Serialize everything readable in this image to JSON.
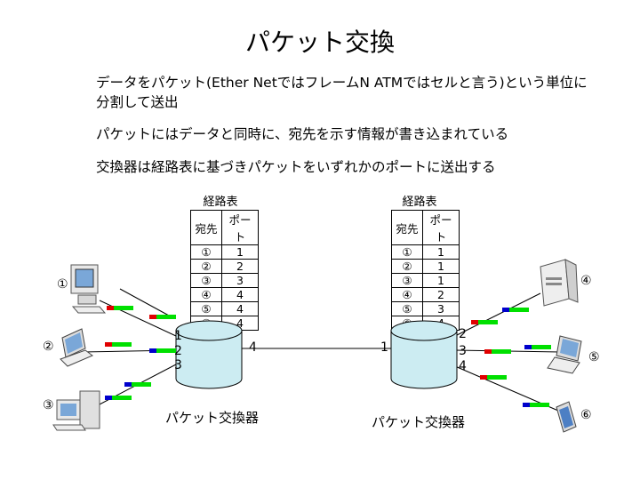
{
  "title": "パケット交換",
  "paragraphs": [
    "データをパケット(Ether NetではフレームN ATMではセルと言う)という単位に",
    "分割して送出",
    "パケットにはデータと同時に、宛先を示す情報が書き込まれている",
    "交換器は経路表に基づきパケットをいずれかのポートに送出する"
  ],
  "routing_tables": [
    {
      "title": "経路表",
      "headers": [
        "宛先",
        "ポート"
      ],
      "rows": [
        [
          "①",
          "1"
        ],
        [
          "②",
          "2"
        ],
        [
          "③",
          "3"
        ],
        [
          "④",
          "4"
        ],
        [
          "⑤",
          "4"
        ],
        [
          "⑥",
          "4"
        ]
      ]
    },
    {
      "title": "経路表",
      "headers": [
        "宛先",
        "ポート"
      ],
      "rows": [
        [
          "①",
          "1"
        ],
        [
          "②",
          "1"
        ],
        [
          "③",
          "1"
        ],
        [
          "④",
          "2"
        ],
        [
          "⑤",
          "3"
        ],
        [
          "⑥",
          "4"
        ]
      ]
    }
  ],
  "switches": [
    {
      "label": "パケット交換器",
      "ports": [
        "1",
        "2",
        "3",
        "4"
      ]
    },
    {
      "label": "パケット交換器",
      "ports": [
        "1",
        "2",
        "3",
        "4"
      ]
    }
  ],
  "hosts": [
    "①",
    "②",
    "③",
    "④",
    "⑤",
    "⑥"
  ],
  "colors": {
    "packet_data": "#00e000",
    "packet_header_red": "#e00000",
    "packet_header_blue": "#0000cc",
    "switch_fill": "#ccecf2"
  }
}
